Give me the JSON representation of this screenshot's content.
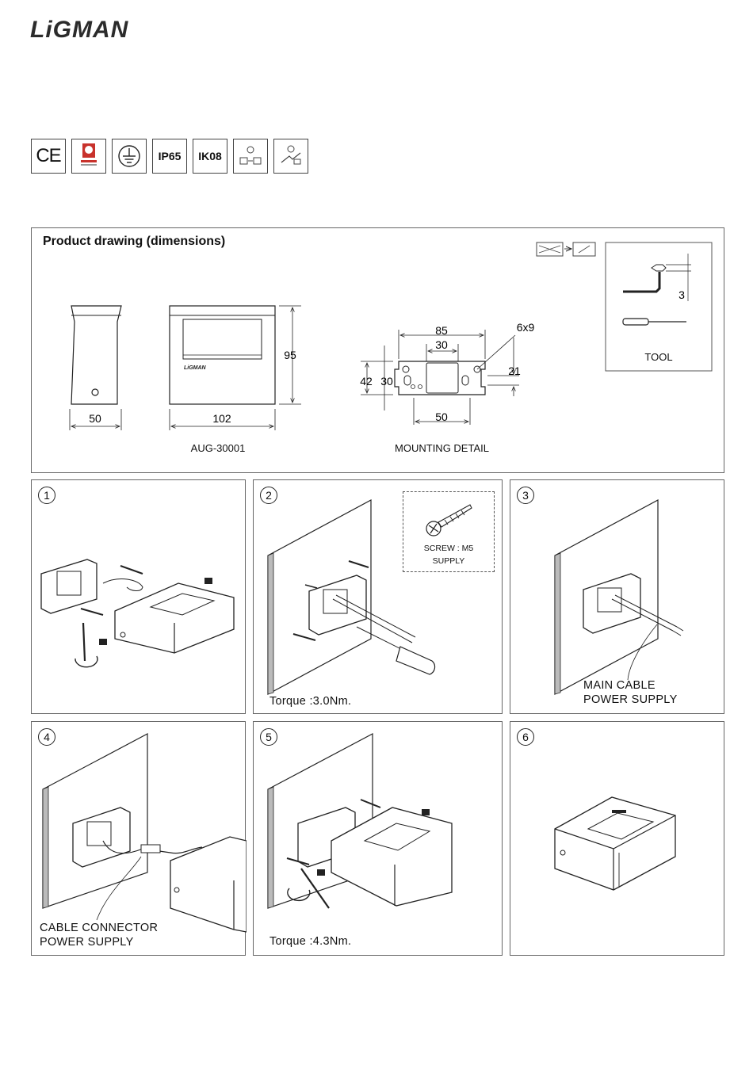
{
  "brand": {
    "logo_text": "LiGMAN"
  },
  "badges": [
    {
      "id": "ce",
      "label": "CE"
    },
    {
      "id": "quality",
      "label": ""
    },
    {
      "id": "earth",
      "label": ""
    },
    {
      "id": "ip",
      "label": "IP65"
    },
    {
      "id": "ik",
      "label": "IK08"
    },
    {
      "id": "install",
      "label": ""
    },
    {
      "id": "handling",
      "label": ""
    }
  ],
  "product_drawing": {
    "title": "Product drawing (dimensions)",
    "side_width": "50",
    "front_width": "102",
    "height": "95",
    "model": "AUG-30001",
    "mounting": {
      "width": "85",
      "inner_width": "30",
      "slot": "6x9",
      "height": "42",
      "inner_height": "30",
      "offset": "21",
      "bottom_width": "50",
      "label": "MOUNTING DETAIL"
    },
    "tool": {
      "label": "TOOL",
      "hex_size": "3"
    }
  },
  "steps": [
    {
      "number": "1",
      "text": ""
    },
    {
      "number": "2",
      "text": "Torque :3.0Nm.",
      "screw_line1": "SCREW : M5",
      "screw_line2": "SUPPLY"
    },
    {
      "number": "3",
      "line1": "MAIN CABLE",
      "line2": "POWER SUPPLY"
    },
    {
      "number": "4",
      "line1": "CABLE CONNECTOR",
      "line2": "POWER SUPPLY"
    },
    {
      "number": "5",
      "text": "Torque :4.3Nm."
    },
    {
      "number": "6",
      "text": ""
    }
  ]
}
